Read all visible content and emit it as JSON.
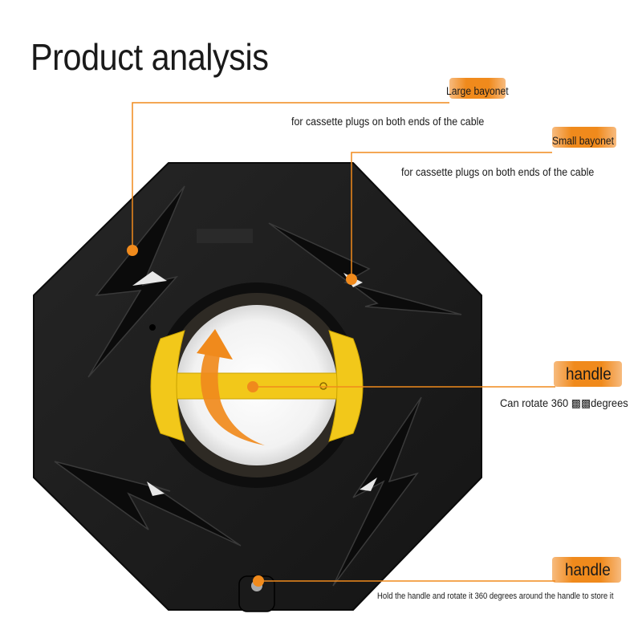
{
  "title": "Product analysis",
  "callouts": [
    {
      "label": "Large bayonet",
      "description": "for cassette plugs on both ends of the cable"
    },
    {
      "label": "Small bayonet",
      "description": "for cassette plugs on both ends of the cable"
    },
    {
      "label": "handle",
      "description": "Can rotate 360 ▩▩degrees"
    },
    {
      "label": "handle",
      "description": "Hold the handle and rotate it 360 degrees around the handle to store it"
    }
  ],
  "colors": {
    "accent": "#f08a1c",
    "reel_body": "#1c1c1c",
    "handle": "#f2c81a",
    "arrow": "#f08a1c"
  }
}
